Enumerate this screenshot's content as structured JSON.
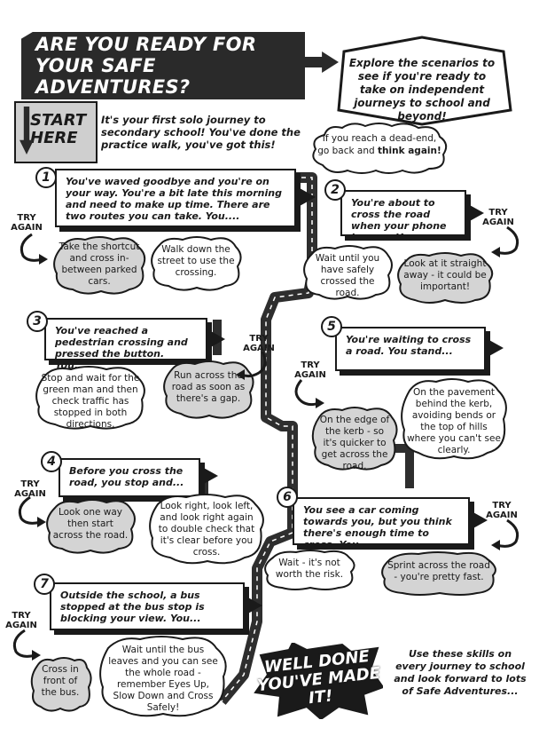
{
  "header": {
    "title": "ARE YOU READY FOR YOUR SAFE ADVENTURES?",
    "intro_bubble": "Explore the scenarios to see if you're ready to take on independent journeys to school and beyond!"
  },
  "start": {
    "label": "START HERE",
    "text": "It's your first solo journey to secondary school! You've done the practice walk, you've got this!"
  },
  "dead_end": {
    "text_before": "If you reach a dead-end, go back and ",
    "text_bold": "think again!"
  },
  "try_again_label": "TRY AGAIN",
  "steps": [
    {
      "number": "1",
      "question": "You've waved goodbye and you're on your way. You're a bit late this morning and need to make up time. There are two routes you can take. You....",
      "answers": [
        "Take the shortcut and cross in-between parked cars.",
        "Walk down the street to use the crossing."
      ]
    },
    {
      "number": "2",
      "question": "You're about to cross the road when your phone buzzes. You...",
      "answers": [
        "Wait until you have safely crossed the road.",
        "Look at it straight away - it could be important!"
      ]
    },
    {
      "number": "3",
      "question": "You've reached a pedestrian crossing and pressed the button. You...",
      "answers": [
        "Stop and wait for the green man and then check traffic has stopped in both directions.",
        "Run across the road as soon as there's a gap."
      ]
    },
    {
      "number": "4",
      "question": "Before you cross the road, you stop and...",
      "answers": [
        "Look one way then start across the road.",
        "Look right, look left, and look right again to double check that it's clear before you cross."
      ]
    },
    {
      "number": "5",
      "question": "You're waiting to cross a road. You stand...",
      "answers": [
        "On the edge of the kerb - so it's quicker to get across the road.",
        "On the pavement behind the kerb, avoiding bends or the top of hills where you can't see clearly."
      ]
    },
    {
      "number": "6",
      "question": "You see a car coming towards you, but you think there's enough time to cross. You...",
      "answers": [
        "Wait - it's not worth the risk.",
        "Sprint across the road - you're pretty fast."
      ]
    },
    {
      "number": "7",
      "question": "Outside the school, a bus stopped at the bus stop is blocking your view. You...",
      "answers": [
        "Cross in front of the bus.",
        "Wait until the bus leaves and you can see the whole road - remember Eyes Up, Slow Down and Cross Safely!"
      ]
    }
  ],
  "finish": {
    "badge": "WELL DONE YOU'VE MADE IT!",
    "text": "Use these skills on every journey to school and look forward to lots of Safe Adventures..."
  },
  "colors": {
    "ink": "#1a1a1a",
    "road": "#2e2e2e",
    "road_dash": "#ffffff",
    "bubble_fill": "#ffffff",
    "try_again_bubble": "#d4d4d4",
    "banner": "#2a2a2a"
  }
}
